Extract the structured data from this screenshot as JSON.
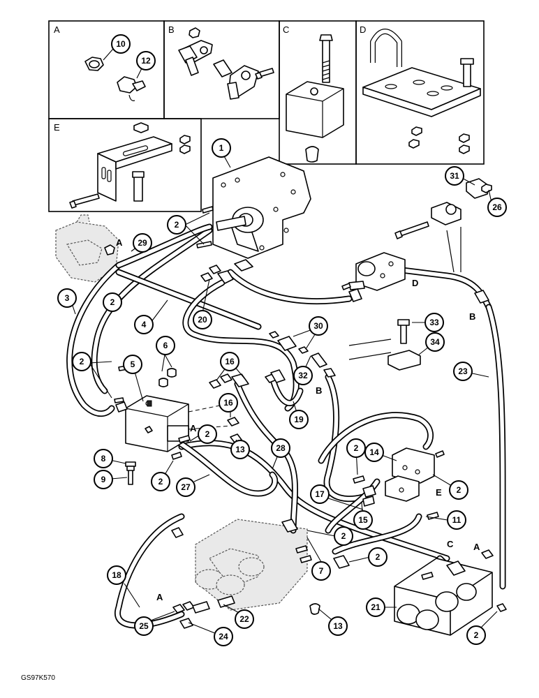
{
  "drawing_code": "GS97K570",
  "insets": [
    {
      "id": "inset-a",
      "label": "A"
    },
    {
      "id": "inset-b",
      "label": "B"
    },
    {
      "id": "inset-c",
      "label": "C"
    },
    {
      "id": "inset-d",
      "label": "D"
    },
    {
      "id": "inset-e",
      "label": "E"
    }
  ],
  "callouts": [
    "10",
    "12",
    "1",
    "31",
    "26",
    "2",
    "29",
    "3",
    "2",
    "20",
    "4",
    "2",
    "6",
    "5",
    "30",
    "33",
    "34",
    "32",
    "16",
    "16",
    "23",
    "19",
    "2",
    "13",
    "28",
    "2",
    "14",
    "8",
    "9",
    "2",
    "27",
    "17",
    "15",
    "11",
    "2",
    "2",
    "7",
    "2",
    "18",
    "21",
    "25",
    "22",
    "24",
    "13",
    "2"
  ],
  "view_letters": [
    "A",
    "D",
    "B",
    "B",
    "A",
    "E",
    "C",
    "A",
    "A"
  ]
}
